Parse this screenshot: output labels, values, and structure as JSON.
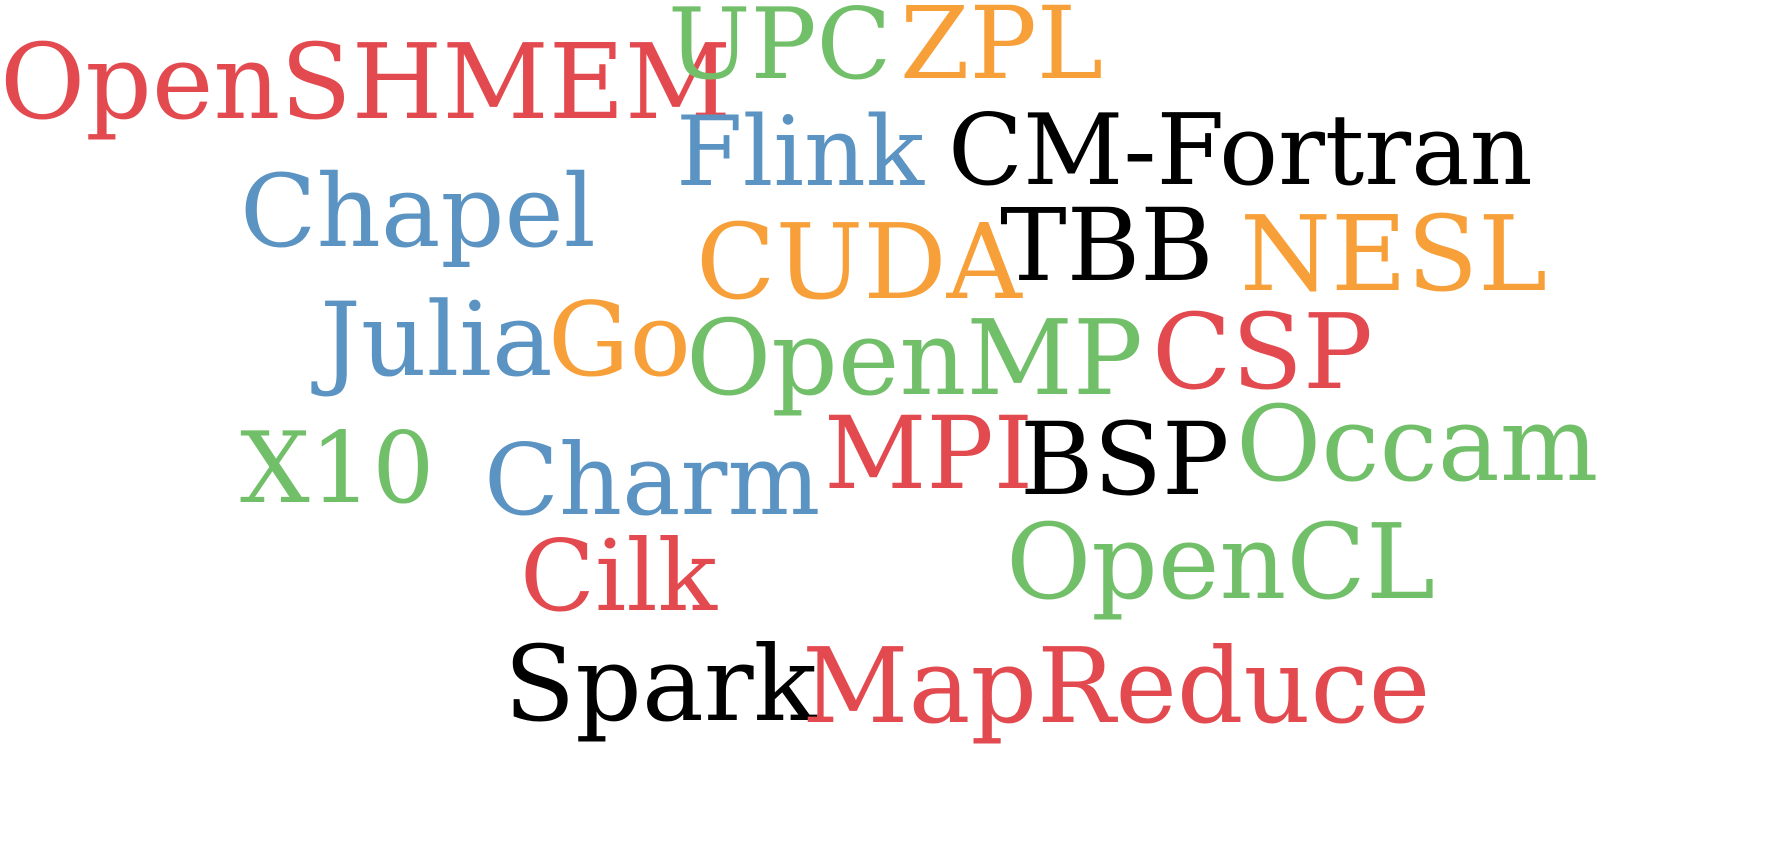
{
  "colors": {
    "red": "#e34a4f",
    "green": "#72bf6a",
    "orange": "#f7a03a",
    "blue": "#5b93c2",
    "black": "#000000"
  },
  "words": {
    "openshmem": "OpenSHMEM",
    "upc": "UPC",
    "zpl": "ZPL",
    "flink": "Flink",
    "cm_fortran": "CM-Fortran",
    "chapel": "Chapel",
    "cuda": "CUDA",
    "tbb": "TBB",
    "nesl": "NESL",
    "julia": "Julia",
    "go": "Go",
    "openmp": "OpenMP",
    "csp": "CSP",
    "x10": "X10",
    "charm": "Charm",
    "mpi": "MPI",
    "bsp": "BSP",
    "occam": "Occam",
    "cilk": "Cilk",
    "opencl": "OpenCL",
    "spark": "Spark",
    "mapreduce": "MapReduce"
  }
}
